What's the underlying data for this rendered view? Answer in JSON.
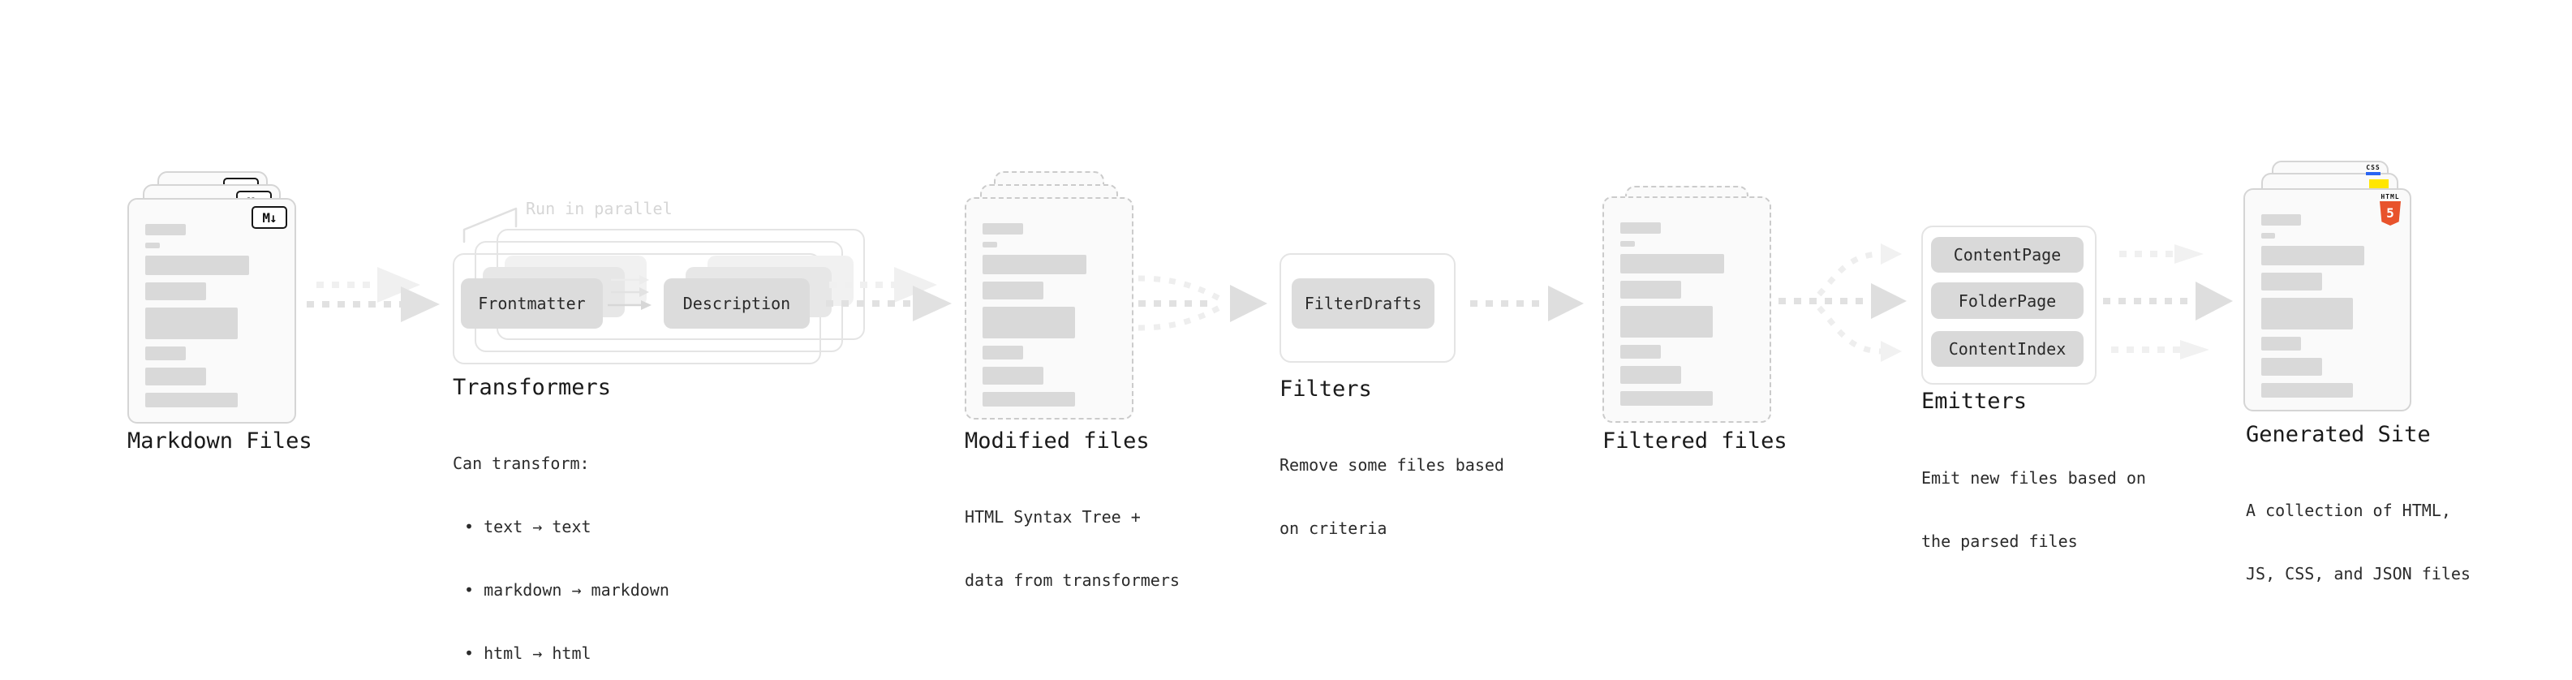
{
  "markdown": {
    "title": "Markdown Files",
    "badge": "M↓"
  },
  "transformers": {
    "callout": "Run in parallel",
    "pill_from": "Frontmatter",
    "pill_to": "Description",
    "title": "Transformers",
    "desc_heading": "Can transform:",
    "bullets": [
      "• text → text",
      "• markdown → markdown",
      "• html → html"
    ]
  },
  "modified": {
    "title": "Modified files",
    "desc": [
      "HTML Syntax Tree +",
      "data from transformers"
    ]
  },
  "filters": {
    "pill": "FilterDrafts",
    "title": "Filters",
    "desc": [
      "Remove some files based",
      "on criteria"
    ]
  },
  "filtered": {
    "title": "Filtered files"
  },
  "emitters": {
    "pills": [
      "ContentPage",
      "FolderPage",
      "ContentIndex"
    ],
    "title": "Emitters",
    "desc": [
      "Emit new files based on",
      "the parsed files"
    ]
  },
  "generated": {
    "title": "Generated Site",
    "desc": [
      "A collection of HTML,",
      "JS, CSS, and JSON files"
    ],
    "css_badge": "CSS",
    "html_badge_label": "HTML",
    "html_badge_number": "5"
  },
  "colors": {
    "html5_orange": "#e8532c",
    "js_yellow": "#ffe600",
    "css_blue": "#2964f2",
    "bar_gray": "#d9d9d9",
    "arrow_gray": "#e1e1e1",
    "arrow_light": "#f0f0f0",
    "title_text": "#1a1a1a"
  }
}
